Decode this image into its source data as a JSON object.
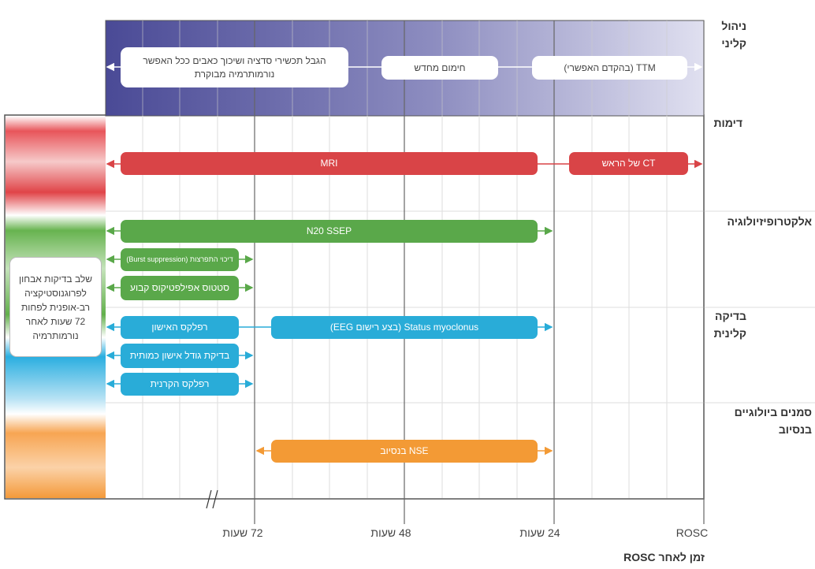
{
  "categories": {
    "clinical": "ניהול קליני",
    "imaging": "דימות",
    "electro": "אלקטרופיזיולוגיה",
    "exam": "בדיקה קלינית",
    "bio": "סמנים ביולוגיים בנסיוב"
  },
  "clinical_boxes": {
    "sedation": "הגבל תכשירי סדציה ושיכוך כאבים ככל האפשר נורמותרמיה מבוקרת",
    "rewarming": "חימום מחדש",
    "ttm": "TTM (בהקדם האפשרי)"
  },
  "bars": {
    "mri": "MRI",
    "ct": "CT של הראש",
    "ssep": "N20 SSEP",
    "burst": "דיכוי התפרצות (Burst suppression)",
    "status_epi": "סטטוס אפילפטיקוס קבוע",
    "pupil": "רפלקס האישון",
    "myoclonus": "Status myoclonus (בצע רישום EEG)",
    "pupil_size": "בדיקת גודל אישון כמותית",
    "corneal": "רפלקס הקרנית",
    "nse": "NSE בנסיוב"
  },
  "side_note": "שלב בדיקות אבחון לפרוגנוסטיקציה רב-אופנית לפחות 72 שעות לאחר נורמותרמיה",
  "axis": {
    "ticks": [
      "72 שעות",
      "48 שעות",
      "24 שעות",
      "ROSC"
    ],
    "title": "זמן לאחר ROSC"
  },
  "colors": {
    "mgmt_dark": "#4a4a96",
    "mgmt_light": "#dcdcef",
    "red": "#d94447",
    "green": "#5aa84a",
    "blue": "#29acd8",
    "orange": "#f39a35"
  }
}
